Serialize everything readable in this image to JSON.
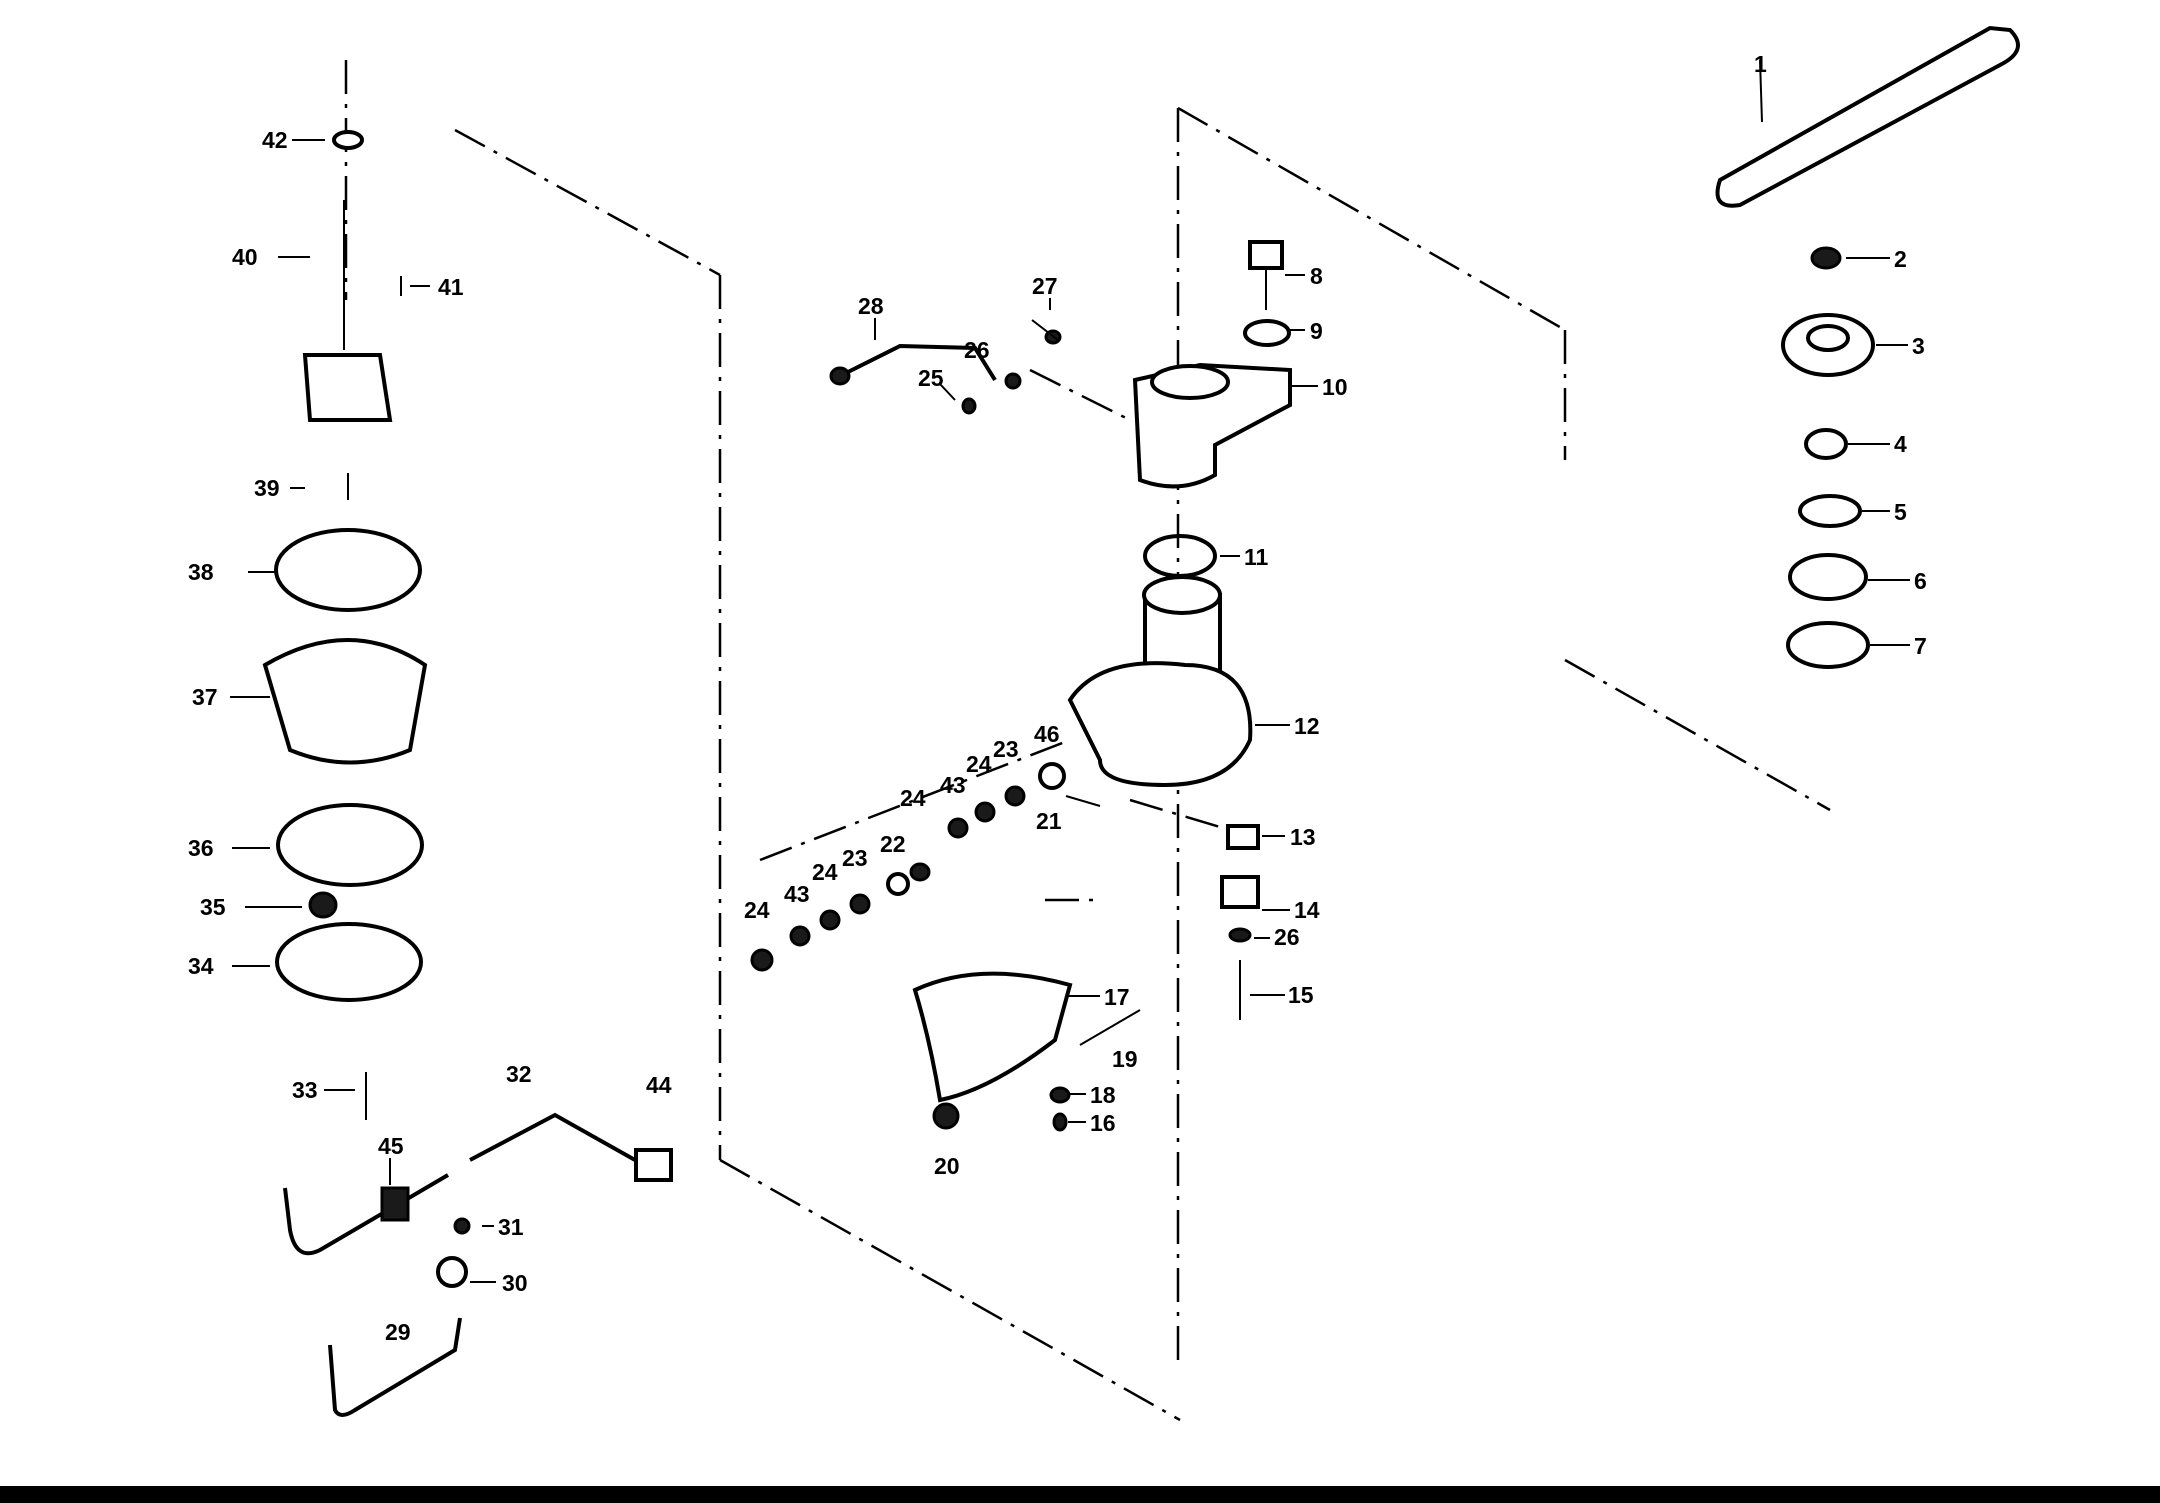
{
  "diagram": {
    "part_labels": [
      {
        "id": "1",
        "text": "1"
      },
      {
        "id": "2",
        "text": "2"
      },
      {
        "id": "3",
        "text": "3"
      },
      {
        "id": "4",
        "text": "4"
      },
      {
        "id": "5",
        "text": "5"
      },
      {
        "id": "6",
        "text": "6"
      },
      {
        "id": "7",
        "text": "7"
      },
      {
        "id": "8",
        "text": "8"
      },
      {
        "id": "9",
        "text": "9"
      },
      {
        "id": "10",
        "text": "10"
      },
      {
        "id": "11",
        "text": "11"
      },
      {
        "id": "12",
        "text": "12"
      },
      {
        "id": "13",
        "text": "13"
      },
      {
        "id": "14",
        "text": "14"
      },
      {
        "id": "15",
        "text": "15"
      },
      {
        "id": "16",
        "text": "16"
      },
      {
        "id": "17",
        "text": "17"
      },
      {
        "id": "18",
        "text": "18"
      },
      {
        "id": "19",
        "text": "19"
      },
      {
        "id": "20",
        "text": "20"
      },
      {
        "id": "21",
        "text": "21"
      },
      {
        "id": "22",
        "text": "22"
      },
      {
        "id": "23a",
        "text": "23"
      },
      {
        "id": "23b",
        "text": "23"
      },
      {
        "id": "24a",
        "text": "24"
      },
      {
        "id": "24b",
        "text": "24"
      },
      {
        "id": "24c",
        "text": "24"
      },
      {
        "id": "24d",
        "text": "24"
      },
      {
        "id": "25",
        "text": "25"
      },
      {
        "id": "26a",
        "text": "26"
      },
      {
        "id": "26b",
        "text": "26"
      },
      {
        "id": "27",
        "text": "27"
      },
      {
        "id": "28",
        "text": "28"
      },
      {
        "id": "29",
        "text": "29"
      },
      {
        "id": "30",
        "text": "30"
      },
      {
        "id": "31",
        "text": "31"
      },
      {
        "id": "32",
        "text": "32"
      },
      {
        "id": "33",
        "text": "33"
      },
      {
        "id": "34",
        "text": "34"
      },
      {
        "id": "35",
        "text": "35"
      },
      {
        "id": "36",
        "text": "36"
      },
      {
        "id": "37",
        "text": "37"
      },
      {
        "id": "38",
        "text": "38"
      },
      {
        "id": "39",
        "text": "39"
      },
      {
        "id": "40",
        "text": "40"
      },
      {
        "id": "41",
        "text": "41"
      },
      {
        "id": "42",
        "text": "42"
      },
      {
        "id": "43a",
        "text": "43"
      },
      {
        "id": "43b",
        "text": "43"
      },
      {
        "id": "44",
        "text": "44"
      },
      {
        "id": "45",
        "text": "45"
      },
      {
        "id": "46",
        "text": "46"
      }
    ]
  }
}
